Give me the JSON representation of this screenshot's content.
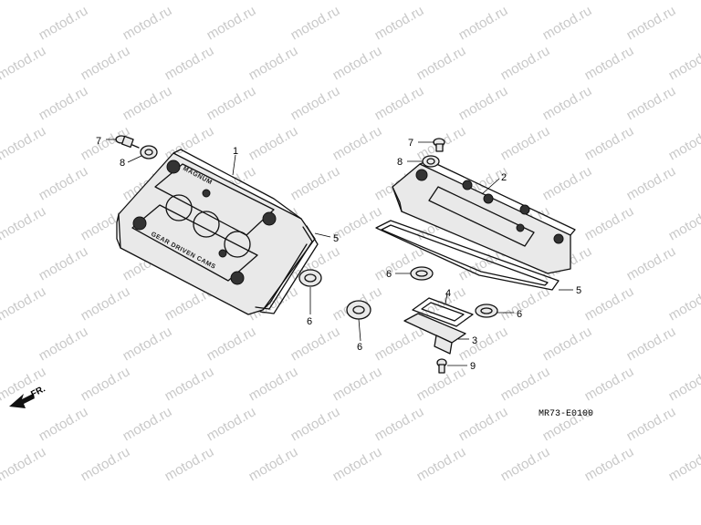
{
  "watermark": {
    "text": "motod.ru"
  },
  "diagram_code": "MR73-E0100",
  "direction_label": "FR.",
  "cover_stamps": {
    "brand": "MAGNUM",
    "text": "GEAR DRIVEN CAMS"
  },
  "callouts": {
    "front_cover": "1",
    "rear_cover": "2",
    "plate": "3",
    "plate_gasket": "4",
    "cover_gasket_front": "5",
    "cover_gasket_rear": "5",
    "plug_seal_front": "6",
    "plug_seal_center": "6",
    "plug_seal_rear_left": "6",
    "plug_seal_rear_right": "6",
    "bolt_front": "7",
    "bolt_rear": "7",
    "washer_front": "8",
    "washer_rear": "8",
    "bolt_plate": "9"
  }
}
